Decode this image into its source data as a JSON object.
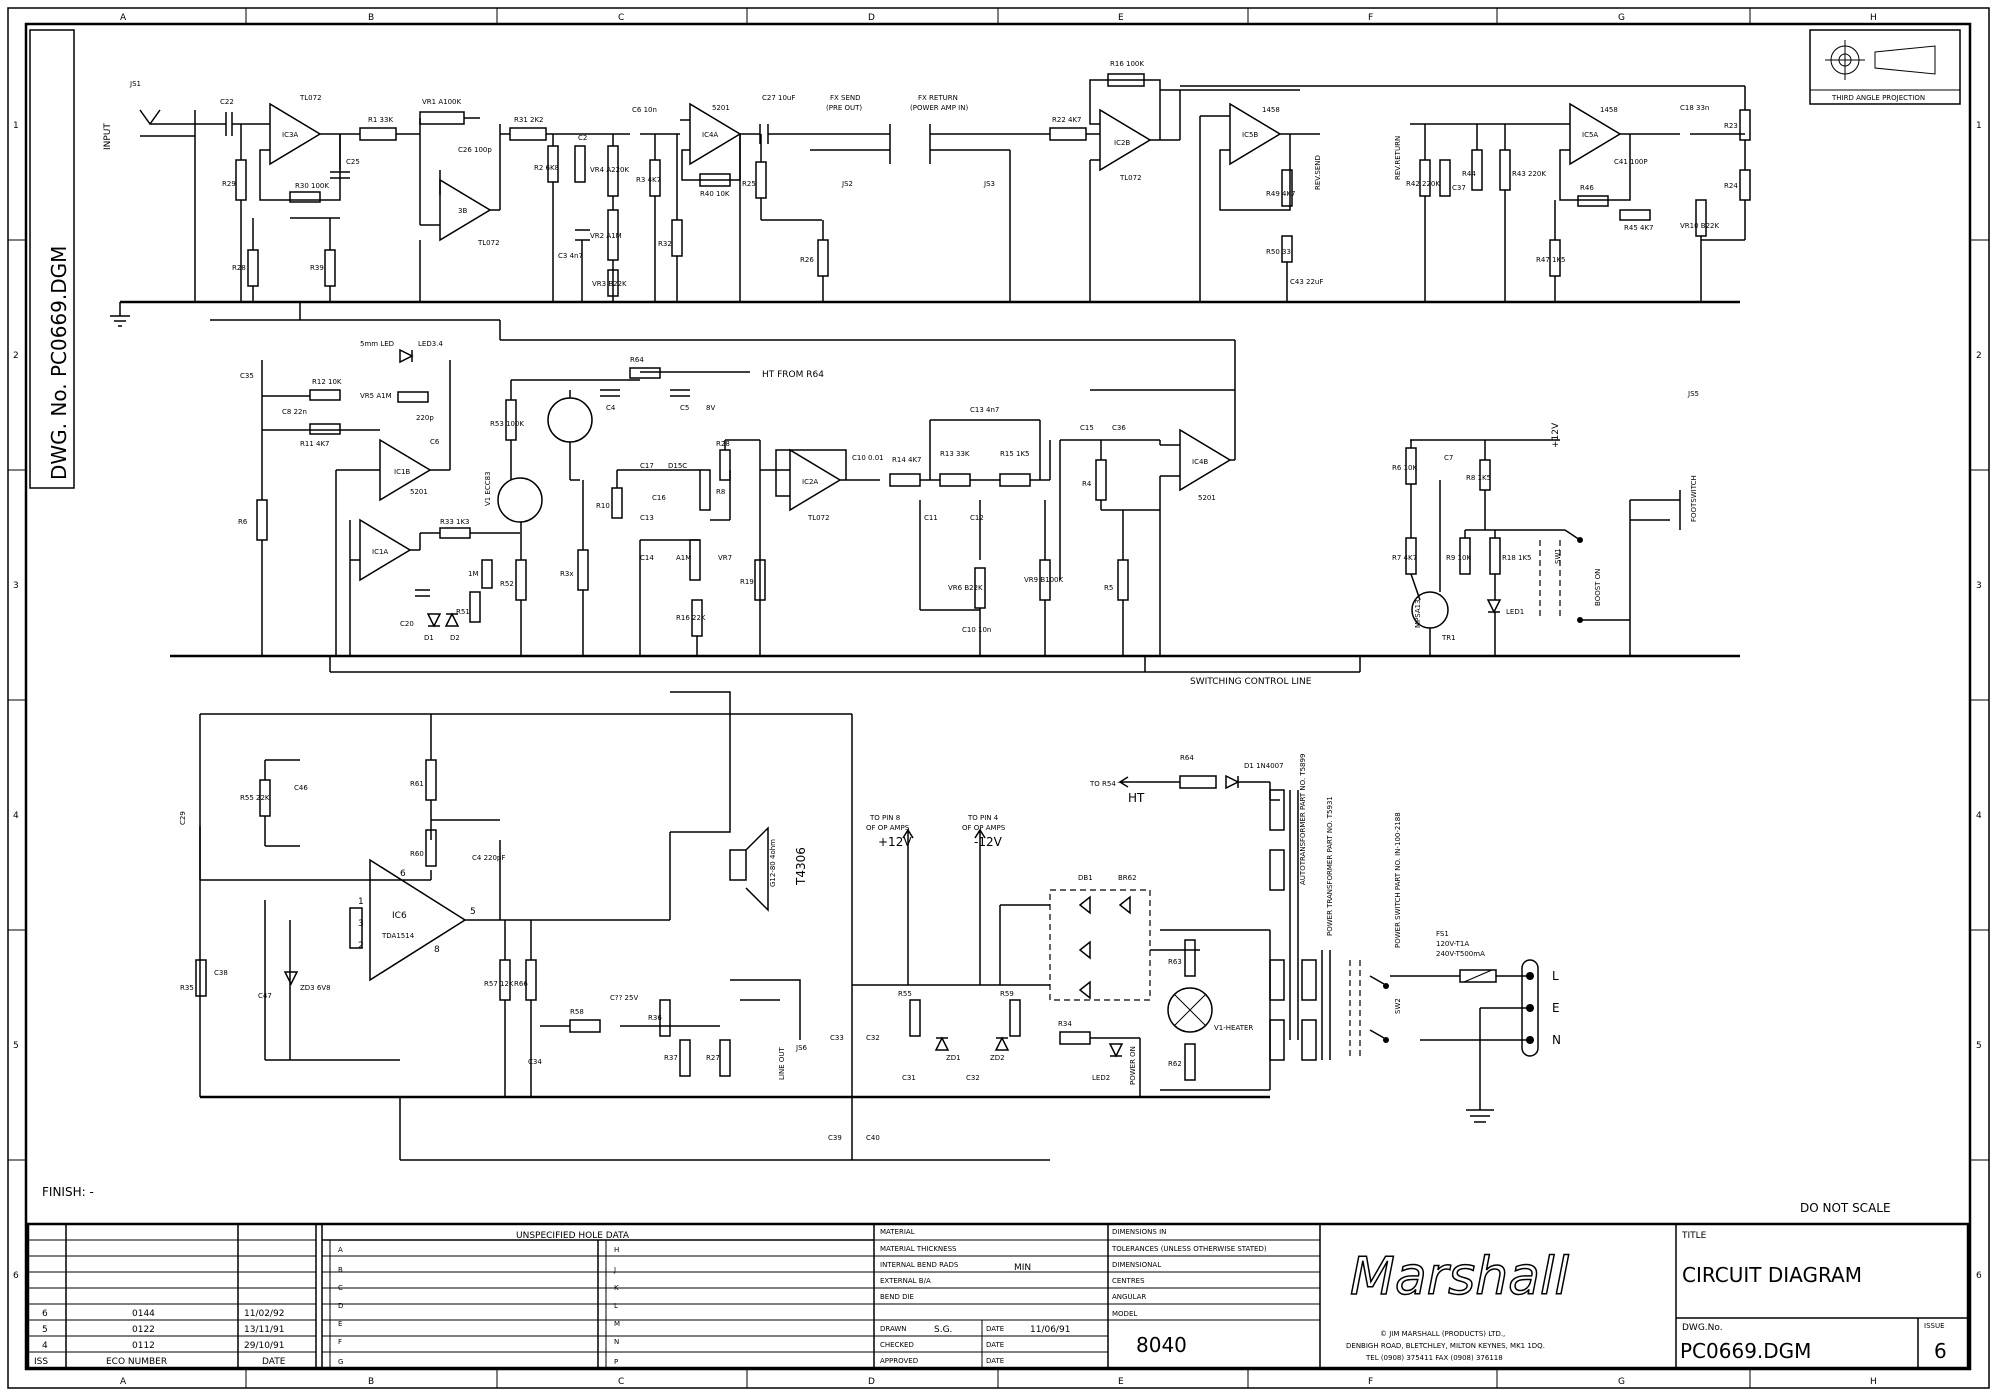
{
  "sheet": {
    "drawing_number_side": "DWG. No. PC0669.DGM",
    "finish_label": "FINISH: -",
    "do_not_scale": "DO NOT SCALE",
    "projection_label": "THIRD ANGLE PROJECTION",
    "grid_cols": [
      "A",
      "B",
      "C",
      "D",
      "E",
      "F",
      "G",
      "H"
    ],
    "grid_rows": [
      "1",
      "2",
      "3",
      "4",
      "5",
      "6"
    ]
  },
  "title_block": {
    "unspecified_hole_data": "UNSPECIFIED HOLE DATA",
    "hole_letters": [
      "A",
      "B",
      "C",
      "D",
      "E",
      "F",
      "G",
      "H",
      "J",
      "K",
      "L",
      "M",
      "N",
      "P"
    ],
    "material_labels": [
      "MATERIAL",
      "MATERIAL THICKNESS",
      "INTERNAL BEND RADS",
      "EXTERNAL B/A",
      "BEND DIE",
      "DRAWN",
      "CHECKED",
      "APPROVED"
    ],
    "bend_rads_value": "MIN",
    "drawn_by": "S.G.",
    "date_label": "DATE",
    "drawn_date": "11/06/91",
    "dimension_labels": [
      "DIMENSIONS IN",
      "TOLERANCES (UNLESS OTHERWISE STATED)",
      "DIMENSIONAL",
      "CENTRES",
      "ANGULAR"
    ],
    "model_label": "MODEL",
    "model": "8040",
    "title_label": "TITLE",
    "title": "CIRCUIT DIAGRAM",
    "dwg_no_label": "DWG.No.",
    "dwg_no": "PC0669.DGM",
    "sheet_label": "ISSUE",
    "issue": "6",
    "logo_text": "Marshall",
    "company": "© JIM MARSHALL (PRODUCTS) LTD.,",
    "address": "DENBIGH ROAD, BLETCHLEY, MILTON KEYNES, MK1 1DQ.",
    "phone": "TEL (0908) 375411   FAX (0908) 376118",
    "revisions_header": [
      "ISS",
      "ECO NUMBER",
      "DATE"
    ],
    "revisions": [
      {
        "iss": "6",
        "eco": "0144",
        "date": "11/02/92"
      },
      {
        "iss": "5",
        "eco": "0122",
        "date": "13/11/91"
      },
      {
        "iss": "4",
        "eco": "0112",
        "date": "29/10/91"
      }
    ]
  },
  "schematic": {
    "labels": {
      "input": "INPUT",
      "fx_send": "FX SEND",
      "pre_out": "(PRE OUT)",
      "fx_return": "FX RETURN",
      "power_amp_in": "(POWER AMP IN)",
      "rev_send": "REV.SEND",
      "rev_return": "REV.RETURN",
      "ht_from": "HT FROM R64",
      "switching": "SWITCHING CONTROL LINE",
      "footswitch": "FOOTSWITCH",
      "boost_on": "BOOST ON",
      "plus12": "+12V",
      "to_pin8": "TO PIN 8",
      "to_pin4": "TO PIN 4",
      "of_op_amps": "OF OP AMPS",
      "p12v": "+12V",
      "m12v": "-12V",
      "to_r54": "TO R54",
      "ht": "HT",
      "autotransformer": "AUTOTRANSFORMER PART NO. T5899",
      "power_transformer": "POWER TRANSFORMER PART NO. T5931",
      "power_switch": "POWER SWITCH PART NO. IN-100-2188",
      "fuse": "FS1",
      "fuse_rating": "120V-T1A",
      "fuse_rating2": "240V-T500mA",
      "l": "L",
      "e": "E",
      "n": "N",
      "v1_heater": "V1-HEATER",
      "line_out": "LINE OUT",
      "speaker": "G12-80 4ohm",
      "speaker_no": "T4306",
      "power_on": "POWER ON",
      "ic6": "IC6",
      "tda": "TDA1514",
      "ic3a": "IC3A",
      "ic3b": "3B",
      "tl072": "TL072",
      "ic1b": "IC1B",
      "ic1a": "IC1A",
      "ic2a": "IC2A",
      "ic4a": "IC4A",
      "ic2b": "IC2B",
      "ic5b": "IC5B",
      "ic5a": "IC5A",
      "ic4b": "IC4B",
      "v1": "V1 ECC83",
      "tr1": "TR1",
      "mpsa13": "MPSA13",
      "led1": "LED1",
      "led2": "LED2",
      "led3": "LED3.4",
      "sw1": "SW1",
      "sw2": "SW2",
      "js1": "JS1",
      "js2": "JS2",
      "js3": "JS3",
      "js5": "JS5",
      "js6": "JS6",
      "db1": "DB1",
      "br62": "BR62",
      "d1": "D1 1N4007",
      "n5201": "5201",
      "n1458": "1458"
    }
  }
}
